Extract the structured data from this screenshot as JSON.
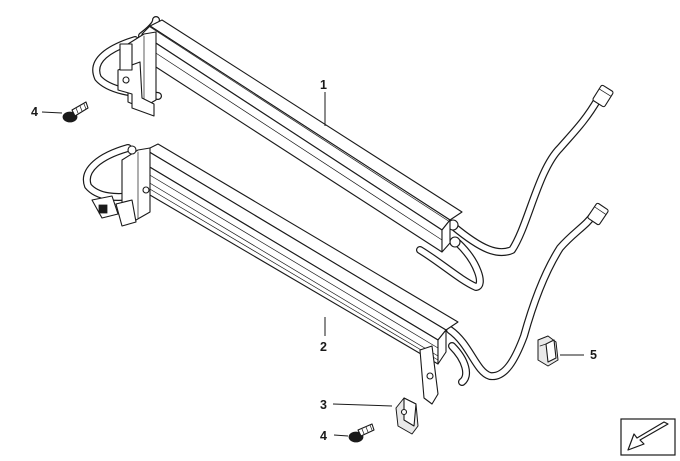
{
  "callouts": {
    "c1": "1",
    "c2": "2",
    "c3": "3",
    "c4_upper": "4",
    "c4_lower": "4",
    "c5": "5"
  },
  "icons": {
    "corner": "direction-arrow-icon"
  }
}
